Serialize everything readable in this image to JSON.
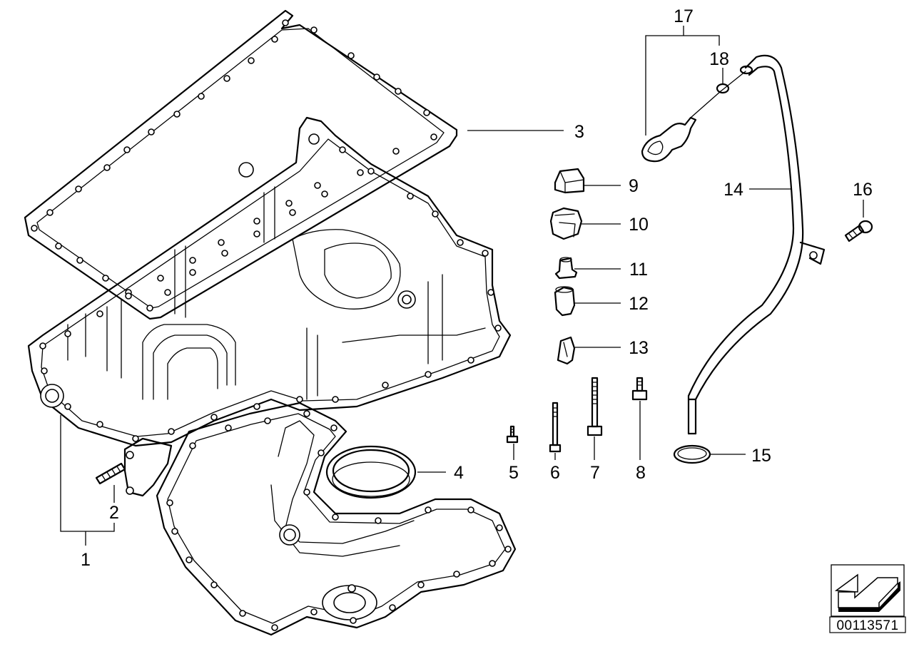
{
  "diagram": {
    "reference_number": "00113571",
    "callouts": [
      {
        "id": "c1",
        "text": "1"
      },
      {
        "id": "c2",
        "text": "2"
      },
      {
        "id": "c3",
        "text": "3"
      },
      {
        "id": "c4",
        "text": "4"
      },
      {
        "id": "c5",
        "text": "5"
      },
      {
        "id": "c6",
        "text": "6"
      },
      {
        "id": "c7",
        "text": "7"
      },
      {
        "id": "c8",
        "text": "8"
      },
      {
        "id": "c9",
        "text": "9"
      },
      {
        "id": "c10",
        "text": "10"
      },
      {
        "id": "c11",
        "text": "11"
      },
      {
        "id": "c12",
        "text": "12"
      },
      {
        "id": "c13",
        "text": "13"
      },
      {
        "id": "c14",
        "text": "14"
      },
      {
        "id": "c15",
        "text": "15"
      },
      {
        "id": "c16",
        "text": "16"
      },
      {
        "id": "c17",
        "text": "17"
      },
      {
        "id": "c18",
        "text": "18"
      }
    ],
    "icons": {
      "orientation": "direction-arrow-icon"
    }
  }
}
